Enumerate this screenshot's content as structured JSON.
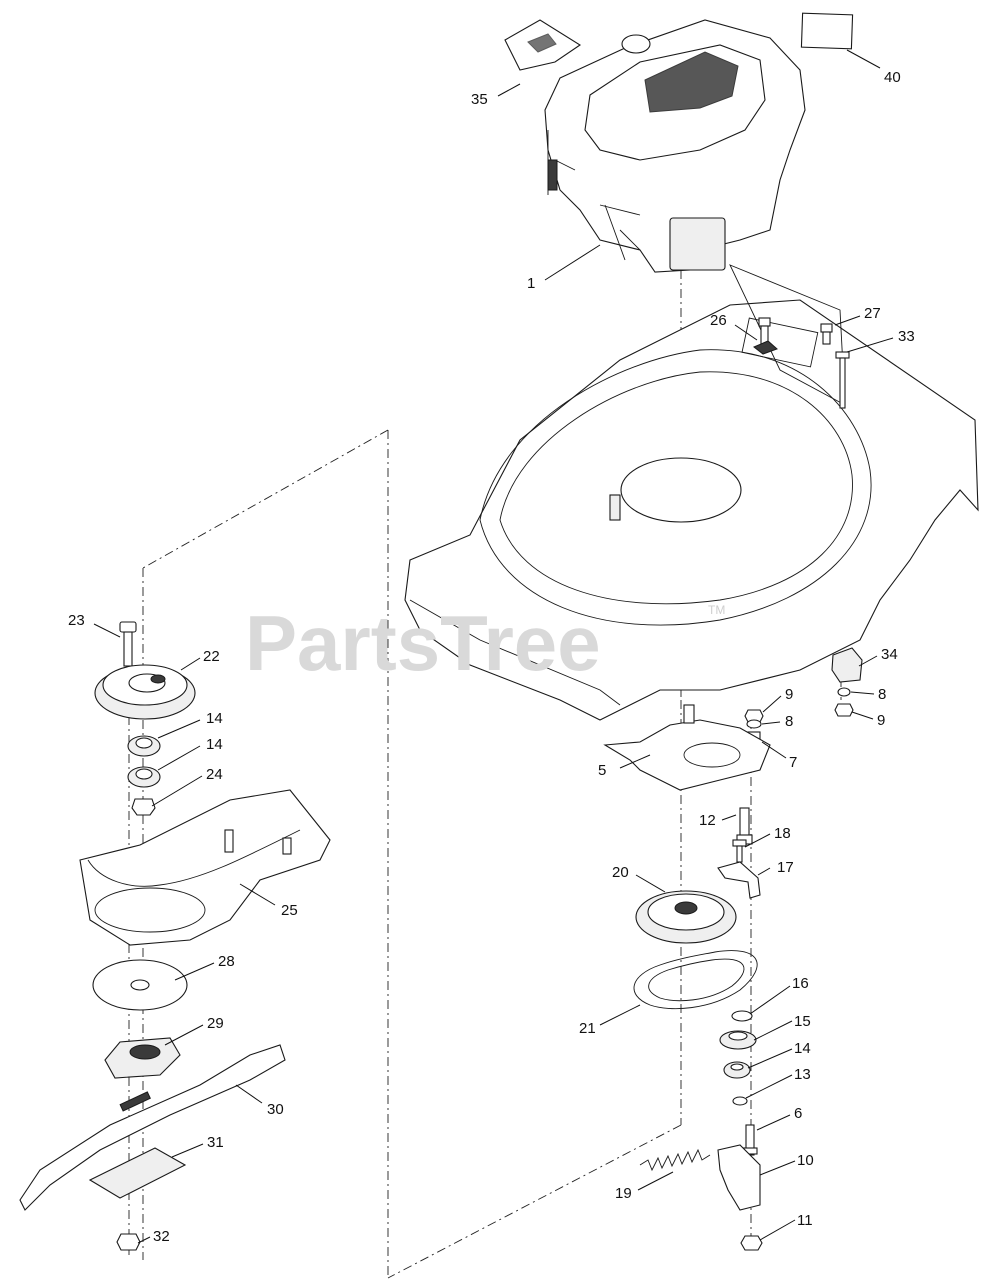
{
  "watermark": {
    "text": "PartsTree",
    "trademark": "TM"
  },
  "callouts": [
    {
      "id": "c35a",
      "label": "35"
    },
    {
      "id": "c40",
      "label": "40"
    },
    {
      "id": "c1",
      "label": "1"
    },
    {
      "id": "c26",
      "label": "26"
    },
    {
      "id": "c27",
      "label": "27"
    },
    {
      "id": "c33",
      "label": "33"
    },
    {
      "id": "c23",
      "label": "23"
    },
    {
      "id": "c22",
      "label": "22"
    },
    {
      "id": "c14a",
      "label": "14"
    },
    {
      "id": "c14b",
      "label": "14"
    },
    {
      "id": "c24",
      "label": "24"
    },
    {
      "id": "c25",
      "label": "25"
    },
    {
      "id": "c28",
      "label": "28"
    },
    {
      "id": "c29",
      "label": "29"
    },
    {
      "id": "c30",
      "label": "30"
    },
    {
      "id": "c31",
      "label": "31"
    },
    {
      "id": "c32",
      "label": "32"
    },
    {
      "id": "c34",
      "label": "34"
    },
    {
      "id": "c8a",
      "label": "8"
    },
    {
      "id": "c9a",
      "label": "9"
    },
    {
      "id": "c9b",
      "label": "9"
    },
    {
      "id": "c8b",
      "label": "8"
    },
    {
      "id": "c7",
      "label": "7"
    },
    {
      "id": "c5",
      "label": "5"
    },
    {
      "id": "c12",
      "label": "12"
    },
    {
      "id": "c18",
      "label": "18"
    },
    {
      "id": "c17",
      "label": "17"
    },
    {
      "id": "c20",
      "label": "20"
    },
    {
      "id": "c16",
      "label": "16"
    },
    {
      "id": "c15",
      "label": "15"
    },
    {
      "id": "c21",
      "label": "21"
    },
    {
      "id": "c14c",
      "label": "14"
    },
    {
      "id": "c13",
      "label": "13"
    },
    {
      "id": "c6",
      "label": "6"
    },
    {
      "id": "c10",
      "label": "10"
    },
    {
      "id": "c19",
      "label": "19"
    },
    {
      "id": "c11",
      "label": "11"
    }
  ]
}
